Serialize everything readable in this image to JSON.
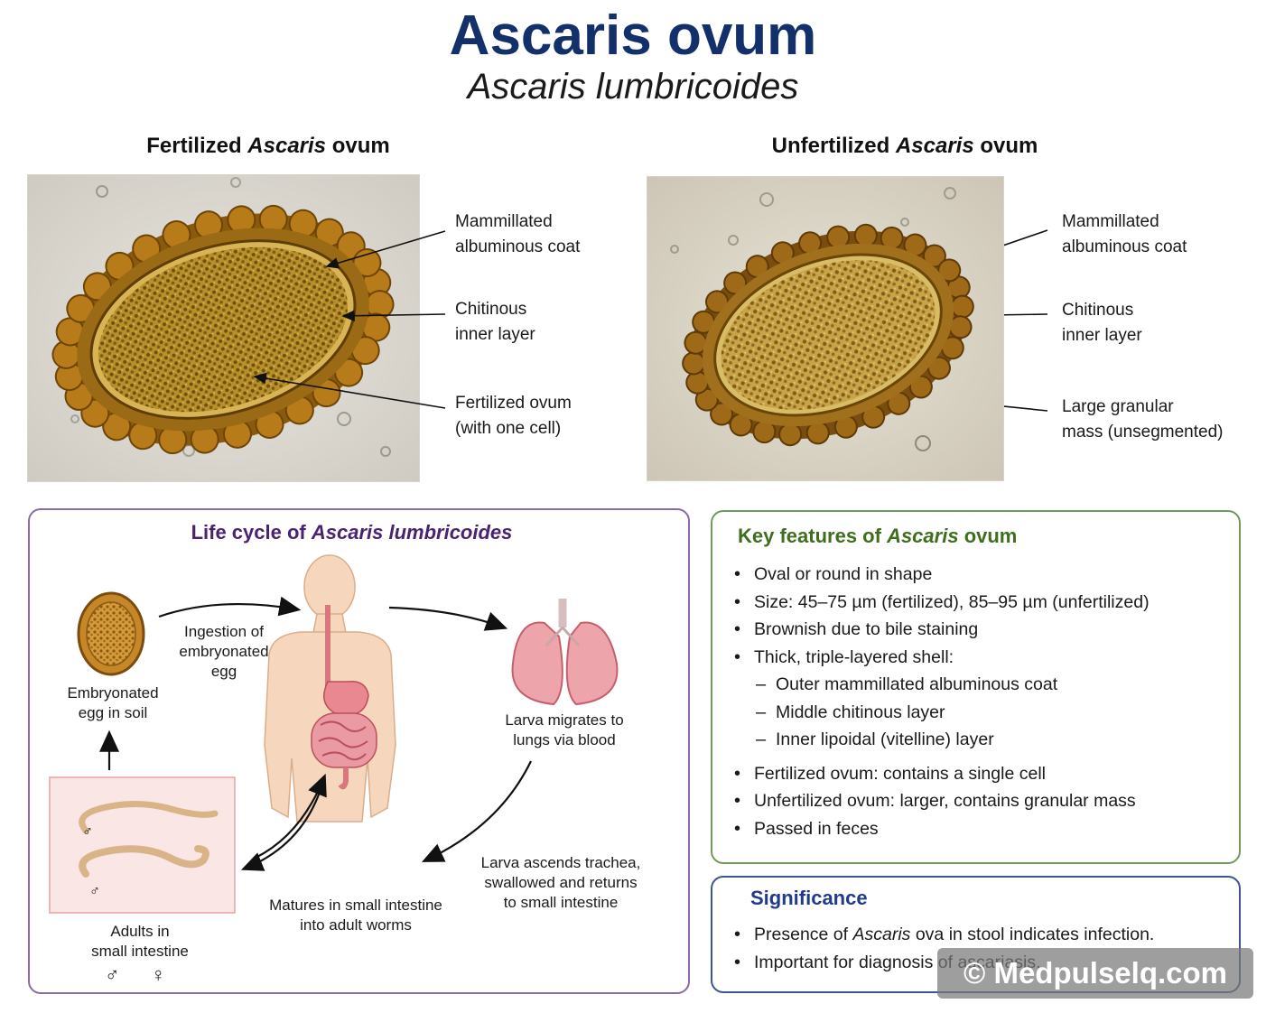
{
  "header": {
    "title": "Ascaris ovum",
    "subtitle": "Ascaris lumbricoides"
  },
  "fertilized": {
    "title_pre": "Fertilized ",
    "title_em": "Ascaris",
    "title_post": " ovum",
    "labels": {
      "coat_1": "Mammillated",
      "coat_2": "albuminous coat",
      "chitin_1": "Chitinous",
      "chitin_2": "inner layer",
      "ovum_1": "Fertilized ovum",
      "ovum_2": "(with one cell)"
    }
  },
  "unfertilized": {
    "title_pre": "Unfertilized ",
    "title_em": "Ascaris",
    "title_post": " ovum",
    "labels": {
      "coat_1": "Mammillated",
      "coat_2": "albuminous coat",
      "chitin_1": "Chitinous",
      "chitin_2": "inner layer",
      "mass_1": "Large granular",
      "mass_2": "mass (unsegmented)"
    }
  },
  "life_cycle": {
    "title_pre": "Life cycle of ",
    "title_em": "Ascaris lumbricoides",
    "egg_1": "Embryonated",
    "egg_2": "egg in soil",
    "ingest_1": "Ingestion of",
    "ingest_2": "embryonated",
    "ingest_3": "egg",
    "lungs_1": "Larva migrates to",
    "lungs_2": "lungs via blood",
    "trachea_1": "Larva ascends trachea,",
    "trachea_2": "swallowed and returns",
    "trachea_3": "to small intestine",
    "mature_1": "Matures in small intestine",
    "mature_2": "into adult worms",
    "adults_1": "Adults in",
    "adults_2": "small intestine",
    "male_symbol": "♂",
    "female_symbol": "♀"
  },
  "key_features": {
    "title_pre": "Key features of ",
    "title_em": "Ascaris",
    "title_post": " ovum",
    "items": [
      "Oval or round in shape",
      "Size: 45–75 µm (fertilized), 85–95 µm (unfertilized)",
      "Brownish due to bile staining",
      "Thick, triple-layered shell:"
    ],
    "sub_items": [
      "Outer mammillated albuminous coat",
      "Middle chitinous layer",
      "Inner lipoidal (vitelline) layer"
    ],
    "items_after": [
      "Fertilized ovum: contains a single cell",
      "Unfertilized ovum: larger, contains granular mass",
      "Passed in feces"
    ]
  },
  "significance": {
    "title": "Significance",
    "item1_pre": "Presence of ",
    "item1_em": "Ascaris",
    "item1_post": " ova in stool indicates infection.",
    "item2": "Important for diagnosis of ascariasis."
  },
  "watermark": "© Medpulselq.com",
  "colors": {
    "title": "#14306b",
    "lifecycle_title": "#4a2370",
    "keyfeatures_title": "#3d6f1e",
    "significance_title": "#1f3b8a"
  }
}
